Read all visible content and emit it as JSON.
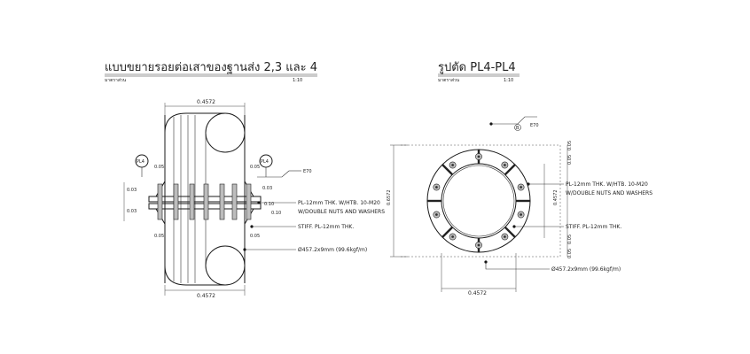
{
  "left_detail": {
    "title": "แบบขยายรอยต่อเสาของฐานส่ง 2,3 และ 4",
    "scale_label": "มาตราส่วน",
    "scale_value": "1:10",
    "top_dim": "0.4572",
    "bottom_dim": "0.4572",
    "section_tag_left": "PL4",
    "section_tag_right": "PL4",
    "weld_note": "E70",
    "dim_005": "0.05",
    "dim_003": "0.03",
    "dim_010": "0.10",
    "plate_note_line1": "PL-12mm THK. W/HTB. 10-M20",
    "plate_note_line2": "W/DOUBLE NUTS AND WASHERS",
    "stiff_note": "STIFF. PL-12mm THK.",
    "pipe_note": "Ø457.2x9mm (99.6kgf/m)"
  },
  "right_detail": {
    "title": "รูปตัด PL4-PL4",
    "scale_label": "มาตราส่วน",
    "scale_value": "1:10",
    "weld_note": "E70",
    "weld_tag": "B",
    "height_dim": "0.6572",
    "inner_dim": "0.4572",
    "bottom_dim": "0.4572",
    "dim_005": "0.05",
    "plate_note_line1": "PL-12mm THK. W/HTB. 10-M20",
    "plate_note_line2": "W/DOUBLE NUTS AND WASHERS",
    "stiff_note": "STIFF. PL-12mm THK.",
    "pipe_note": "Ø457.2x9mm (99.6kgf/m)"
  }
}
